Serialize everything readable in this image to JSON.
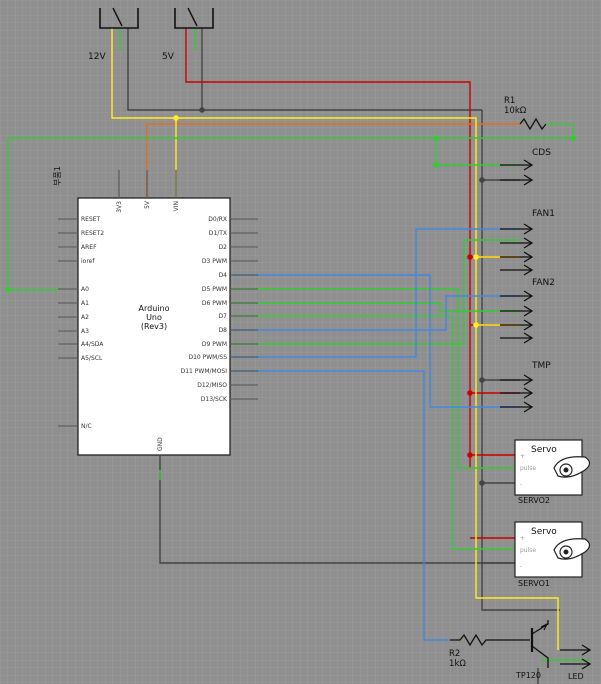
{
  "arduino": {
    "title_line1": "Arduino",
    "title_line2": "Uno",
    "title_line3": "(Rev3)",
    "left_pins": [
      "RESET",
      "RESET2",
      "AREF",
      "ioref",
      "A0",
      "A1",
      "A2",
      "A3",
      "A4/SDA",
      "A5/SCL",
      "N/C"
    ],
    "right_pins": [
      "D0/RX",
      "D1/TX",
      "D2",
      "D3 PWM",
      "D4",
      "D5 PWM",
      "D6 PWM",
      "D7",
      "D8",
      "D9 PWM",
      "D10 PWM/SS",
      "D11 PWM/MOSI",
      "D12/MISO",
      "D13/SCK"
    ],
    "top_pins": [
      "3V3",
      "5V",
      "VIN"
    ],
    "bottom_pin": "GND"
  },
  "component_label": "부품1",
  "supplies": {
    "v12": "12V",
    "v5": "5V"
  },
  "resistors": {
    "r1_name": "R1",
    "r1_value": "10kΩ",
    "r2_name": "R2",
    "r2_value": "1kΩ"
  },
  "connectors": {
    "cds": "CDS",
    "fan1": "FAN1",
    "fan2": "FAN2",
    "tmp": "TMP"
  },
  "servos": {
    "title": "Servo",
    "pin_plus": "+",
    "pin_pulse": "pulse",
    "pin_minus": "-",
    "servo2": "SERVO2",
    "servo1": "SERVO1"
  },
  "transistor": "TP120",
  "led": "LED",
  "colors": {
    "background": "#8f8f8f",
    "grid": "#a3a3a3",
    "red": "#cc0000",
    "yellow": "#ffee22",
    "green": "#33cc33",
    "blue": "#4488dd",
    "orange": "#e07020",
    "dark": "#444444"
  }
}
